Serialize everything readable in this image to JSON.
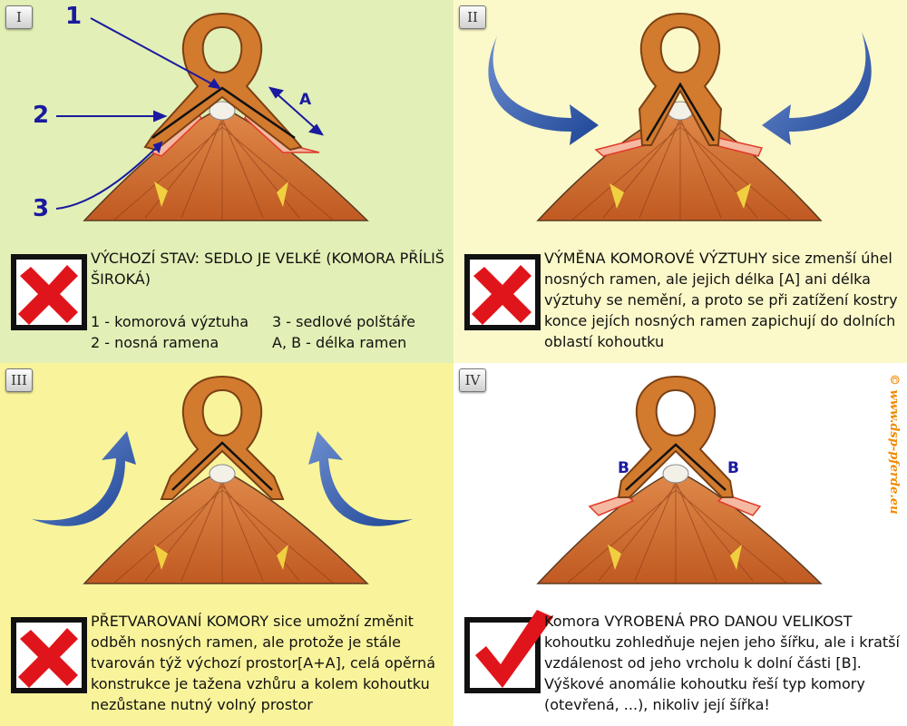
{
  "panels": [
    {
      "roman": "I",
      "text": "VÝCHOZÍ STAV: SEDLO JE VELKÉ (KOMORA PŘÍLIŠ ŠIROKÁ)",
      "legend": {
        "l1": "1 - komorová výztuha",
        "l2": "2 - nosná ramena",
        "l3": "3 - sedlové polštáře",
        "l4": "A, B - délka ramen"
      },
      "labels": {
        "n1": "1",
        "n2": "2",
        "n3": "3",
        "a": "A"
      },
      "verdict": "cross"
    },
    {
      "roman": "II",
      "text": "VÝMĚNA KOMOROVÉ VÝZTUHY sice zmenší úhel nosných ramen, ale jejich délka [A] ani délka výztuhy se nemění, a proto se při zatížení kostry konce jejích nosných ramen zapichují do dolních oblastí kohoutku",
      "verdict": "cross"
    },
    {
      "roman": "III",
      "text": "PŘETVAROVANÍ KOMORY sice umožní změnit odběh nosných ramen, ale protože je stále tvarován týž výchozí prostor[A+A], celá opěrná konstrukce je tažena vzhůru a kolem kohoutku nezůstane nutný volný prostor",
      "verdict": "cross"
    },
    {
      "roman": "IV",
      "text": "Komora VYROBENÁ PRO DANOU VELIKOST kohoutku zohledňuje nejen jeho šířku, ale i kratší vzdálenost od jeho vrcholu k dolní části [B]. Výškové anomálie kohoutku řeší typ komory (otevřená, ...), nikoliv její šířka!",
      "labels": {
        "b_left": "B",
        "b_right": "B"
      },
      "verdict": "check"
    }
  ],
  "copyright": "© www.dsp-pferde.eu",
  "colors": {
    "panel1_bg": "#e2efb6",
    "panel2_bg": "#fbf8c9",
    "panel3_bg": "#f9f49b",
    "panel4_bg": "#ffffff",
    "label_blue": "#1a1aa0",
    "cross_red": "#e0151b",
    "saddle_orange": "#d27a2e",
    "copyright_orange": "#f08a00"
  },
  "icons": {
    "cross": "red-cross-icon",
    "check": "red-check-icon",
    "arrows": "blue-curved-arrow-icon"
  }
}
